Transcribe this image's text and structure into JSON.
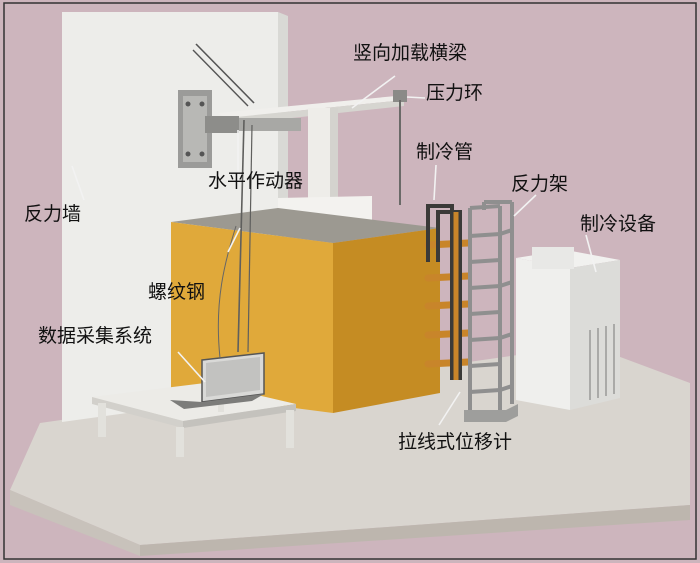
{
  "labels": {
    "vertical_beam": "竖向加载横梁",
    "pressure_ring": "压力环",
    "horizontal_actuator": "水平作动器",
    "refrigeration_pipe": "制冷管",
    "reaction_frame": "反力架",
    "refrigeration_equipment": "制冷设备",
    "reaction_wall": "反力墙",
    "threaded_steel": "螺纹钢",
    "data_acquisition": "数据采集系统",
    "displacement_meter": "拉线式位移计"
  },
  "colors": {
    "background": "#cdb5bd",
    "soil_box_front": "#e0a93a",
    "soil_box_side": "#c58c23",
    "wall": "#ededea",
    "floor": "#d9d5cf",
    "copper_pipe": "#c8852a",
    "frame_steel": "#8f8f8f"
  }
}
